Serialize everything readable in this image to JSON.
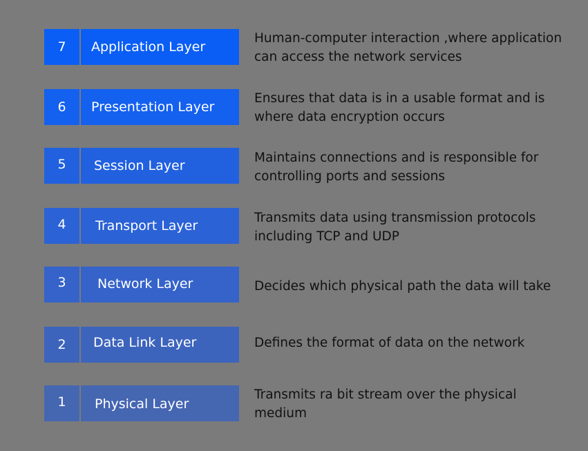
{
  "layers": [
    {
      "number": "7",
      "name": "Application Layer",
      "description": "Human-computer interaction ,where application can access the network services",
      "color": "#0a5ef5"
    },
    {
      "number": "6",
      "name": "Presentation Layer",
      "description": "Ensures that data is in a usable format and is where data encryption occurs",
      "color": "#1460ef"
    },
    {
      "number": "5",
      "name": "Session Layer",
      "description": "Maintains connections and is responsible for controlling ports and sessions",
      "color": "#2161e0"
    },
    {
      "number": "4",
      "name": "Transport Layer",
      "description": "Transmits data using transmission protocols including TCP and UDP",
      "color": "#2b62d6"
    },
    {
      "number": "3",
      "name": "Network Layer",
      "description": "Decides which physical path the data will take",
      "color": "#3563c9"
    },
    {
      "number": "2",
      "name": "Data Link Layer",
      "description": "Defines the format of data on the network",
      "color": "#3d64bd"
    },
    {
      "number": "1",
      "name": "Physical Layer",
      "description": "Transmits ra bit stream over the physical medium",
      "color": "#4566b1"
    }
  ]
}
